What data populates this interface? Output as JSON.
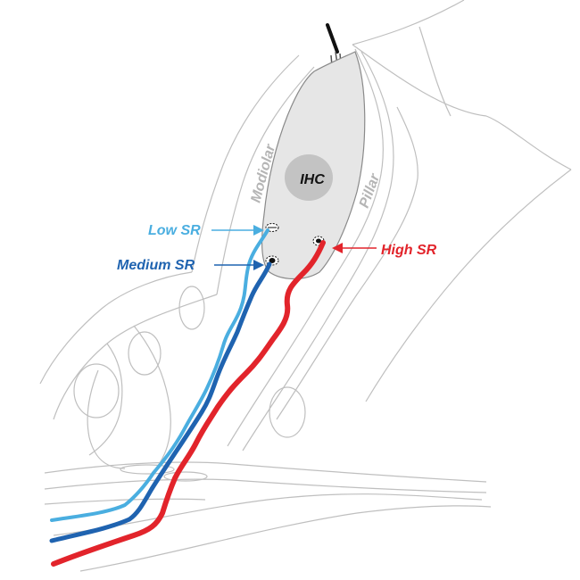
{
  "labels": {
    "cell": "IHC",
    "modiolar": "Modiolar",
    "pillar": "Pillar",
    "low_sr": "Low SR",
    "medium_sr": "Medium SR",
    "high_sr": "High SR"
  },
  "fibers": [
    {
      "id": "low-sr",
      "color": "#4aaee0"
    },
    {
      "id": "medium-sr",
      "color": "#1f63b0"
    },
    {
      "id": "high-sr",
      "color": "#e2242b"
    }
  ],
  "colors": {
    "low_sr": "#4aaee0",
    "medium_sr": "#1f63b0",
    "high_sr": "#e2242b",
    "outline": "#bfbfbf",
    "cell_fill": "#e6e6e6",
    "nucleus_fill": "#c3c3c3",
    "side_label": "#b5b5b5"
  }
}
